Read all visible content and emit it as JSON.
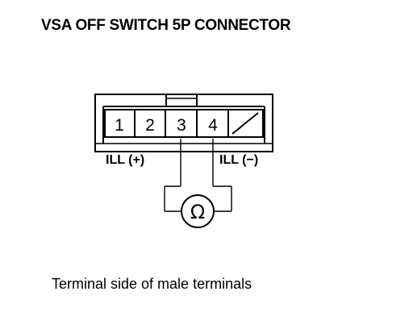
{
  "title": "VSA OFF SWITCH 5P CONNECTOR",
  "connector": {
    "pins": [
      "1",
      "2",
      "3",
      "4"
    ],
    "blank_cavity": true
  },
  "labels": {
    "pin3": "ILL (+)",
    "pin4": "ILL (−)"
  },
  "meter": {
    "symbol": "Ω",
    "icon": "ohmmeter-icon"
  },
  "caption": "Terminal side of male terminals"
}
